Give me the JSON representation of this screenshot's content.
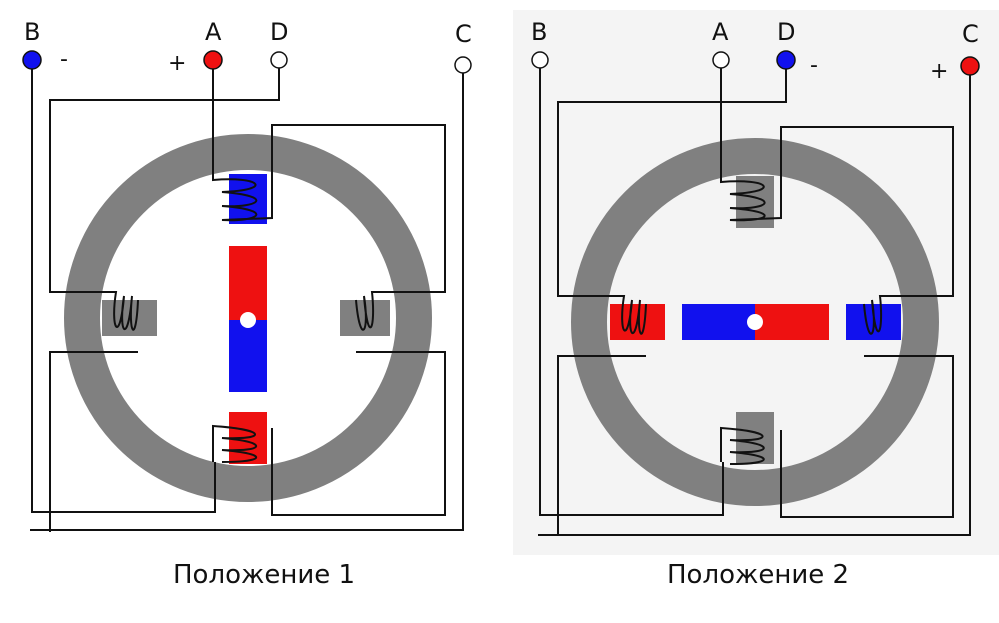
{
  "colors": {
    "ring": "#808080",
    "pole": "#808080",
    "north": "#ee1111",
    "south": "#1111ee",
    "wire": "#111111",
    "background_right": "#f4f4f4"
  },
  "diagram_1": {
    "caption": "Положение 1",
    "terminals": {
      "b": {
        "label": "B",
        "state": "negative",
        "sign": "-"
      },
      "a": {
        "label": "A",
        "state": "positive",
        "sign": "+"
      },
      "d": {
        "label": "D",
        "state": "open"
      },
      "c": {
        "label": "C",
        "state": "open"
      }
    },
    "rotor": "vertical",
    "energized_poles": [
      "top",
      "bottom"
    ]
  },
  "diagram_2": {
    "caption": "Положение 2",
    "terminals": {
      "b": {
        "label": "B",
        "state": "open"
      },
      "a": {
        "label": "A",
        "state": "open"
      },
      "d": {
        "label": "D",
        "state": "negative",
        "sign": "-"
      },
      "c": {
        "label": "C",
        "state": "positive",
        "sign": "+"
      }
    },
    "rotor": "horizontal",
    "energized_poles": [
      "left",
      "right"
    ]
  }
}
